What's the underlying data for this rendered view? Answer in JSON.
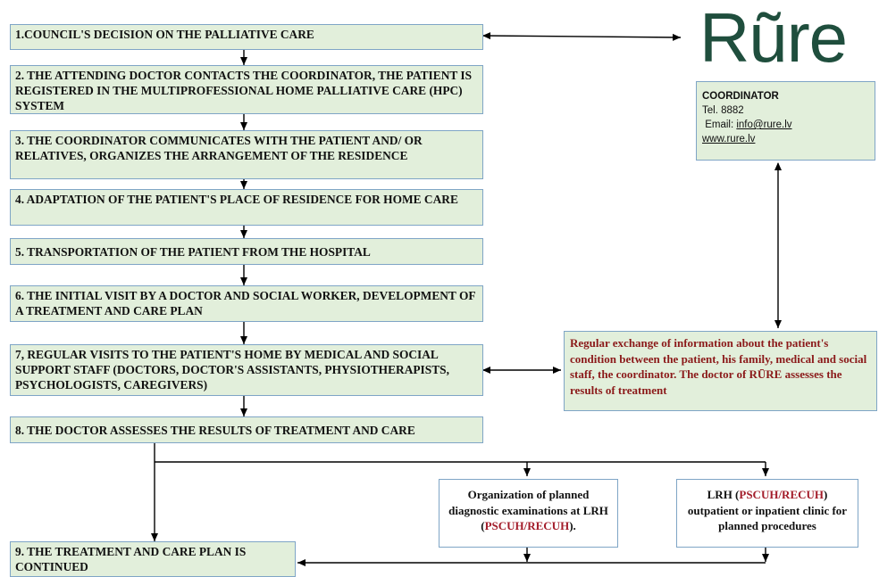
{
  "logo": {
    "text": "Rũre",
    "color": "#1f4e3d"
  },
  "steps": [
    "1.COUNCIL'S DECISION ON THE PALLIATIVE CARE",
    "2. THE ATTENDING DOCTOR CONTACTS THE COORDINATOR, THE PATIENT IS REGISTERED IN THE MULTIPROFESSIONAL HOME PALLIATIVE CARE (HPC) SYSTEM",
    "3. THE COORDINATOR COMMUNICATES WITH THE PATIENT AND/ OR RELATIVES, ORGANIZES THE ARRANGEMENT OF THE RESIDENCE",
    "4. ADAPTATION OF THE PATIENT'S PLACE OF RESIDENCE FOR HOME CARE",
    "5. TRANSPORTATION OF THE PATIENT FROM THE HOSPITAL",
    "6. THE INITIAL VISIT BY A DOCTOR AND SOCIAL WORKER, DEVELOPMENT OF A TREATMENT AND CARE PLAN",
    "7, REGULAR VISITS TO THE PATIENT'S HOME BY MEDICAL AND SOCIAL SUPPORT STAFF (DOCTORS, DOCTOR'S ASSISTANTS, PHYSIOTHERAPISTS, PSYCHOLOGISTS, CAREGIVERS)",
    "8. THE DOCTOR ASSESSES THE RESULTS OF TREATMENT AND CARE",
    "9. THE TREATMENT AND CARE PLAN IS CONTINUED"
  ],
  "coordinator": {
    "title": "COORDINATOR",
    "tel": "Tel. 8882",
    "email_label": "Email:",
    "email": "info@rure.lv",
    "web": "www.rure.lv"
  },
  "info_box": "Regular exchange of information about the patient's condition between the patient, his family, medical and social staff, the coordinator. The doctor of RŪRE assesses the results of treatment",
  "diagnostic_box": {
    "pre": "Organization of planned diagnostic examinations at LRH (",
    "red": "PSCUH/RECUH",
    "post": ")."
  },
  "outpatient_box": {
    "pre": "LRH (",
    "red": "PSCUH/RECUH",
    "post": ") outpatient or inpatient clinic for planned procedures"
  },
  "colors": {
    "box_fill": "#e2efdb",
    "box_border": "#7fa5c6",
    "info_text": "#8b1a1a",
    "accent_red": "#a31c2a"
  }
}
